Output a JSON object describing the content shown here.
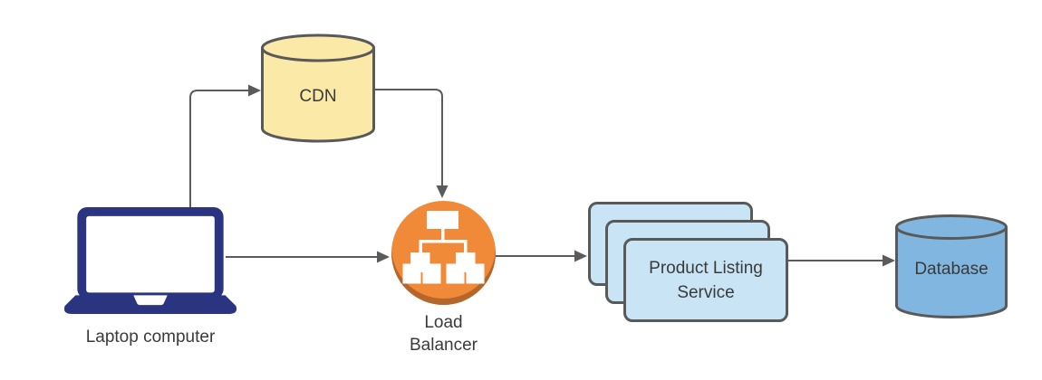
{
  "diagram": {
    "text_color": "#3a3a3a",
    "connector_color": "#5b5b5b",
    "shape_stroke_color": "#595959",
    "nodes": {
      "laptop": {
        "label": "Laptop computer",
        "body_color": "#2b3480",
        "icon": "laptop-icon"
      },
      "cdn": {
        "label": "CDN",
        "shape": "cylinder",
        "fill": "#fbe9a7"
      },
      "load_balancer": {
        "label_line1": "Load",
        "label_line2": "Balancer",
        "shape": "circle",
        "fill": "#f08a38",
        "rim_color": "#b5662c",
        "icon": "node-tree-icon",
        "icon_color": "#ffffff"
      },
      "product_listing_service": {
        "label_line1": "Product Listing",
        "label_line2": "Service",
        "shape": "stacked-rounded-rectangles",
        "copies": 3,
        "fill": "#c8e4f5"
      },
      "database": {
        "label": "Database",
        "shape": "cylinder",
        "fill": "#80b6e0"
      }
    },
    "edges": [
      {
        "from": "laptop",
        "to": "cdn"
      },
      {
        "from": "cdn",
        "to": "load_balancer"
      },
      {
        "from": "laptop",
        "to": "load_balancer"
      },
      {
        "from": "load_balancer",
        "to": "product_listing_service"
      },
      {
        "from": "product_listing_service",
        "to": "database"
      }
    ]
  }
}
